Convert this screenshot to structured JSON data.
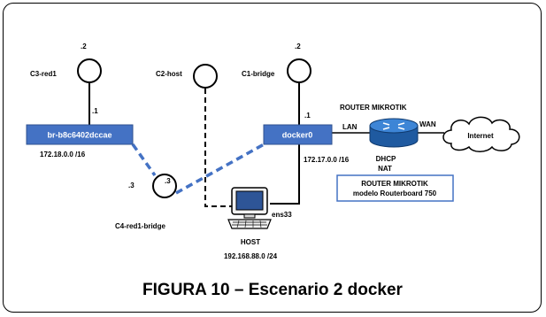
{
  "nodes": {
    "c3": {
      "name": "C3-red1",
      "ip_suffix": ".2"
    },
    "c2": {
      "name": "C2-host"
    },
    "c1": {
      "name": "C1-bridge",
      "ip_suffix": ".2"
    },
    "c4": {
      "name": "C4-red1-bridge",
      "ip_suffix_left": ".3",
      "ip_suffix_right": ".3"
    }
  },
  "bridges": {
    "br": {
      "name": "br-b8c6402dccae",
      "network": "172.18.0.0 /16",
      "gateway_suffix": ".1"
    },
    "docker0": {
      "name": "docker0",
      "network": "172.17.0.0 /16",
      "gateway_suffix": ".1"
    }
  },
  "host": {
    "label": "HOST",
    "network": "192.168.88.0 /24",
    "interface": "ens33"
  },
  "router": {
    "title": "ROUTER MIKROTIK",
    "lan": "LAN",
    "wan": "WAN",
    "dhcp": "DHCP",
    "nat": "NAT",
    "box_line1": "ROUTER MIKROTIK",
    "box_line2": "modelo Routerboard 750"
  },
  "internet": {
    "label": "Internet"
  },
  "caption": "FIGURA 10 – Escenario 2 docker",
  "colors": {
    "bridge_fill": "#4472c4",
    "link_dashed_blue": "#4472c4",
    "router_body": "#2e6bb5",
    "box_border": "#4472c4"
  }
}
